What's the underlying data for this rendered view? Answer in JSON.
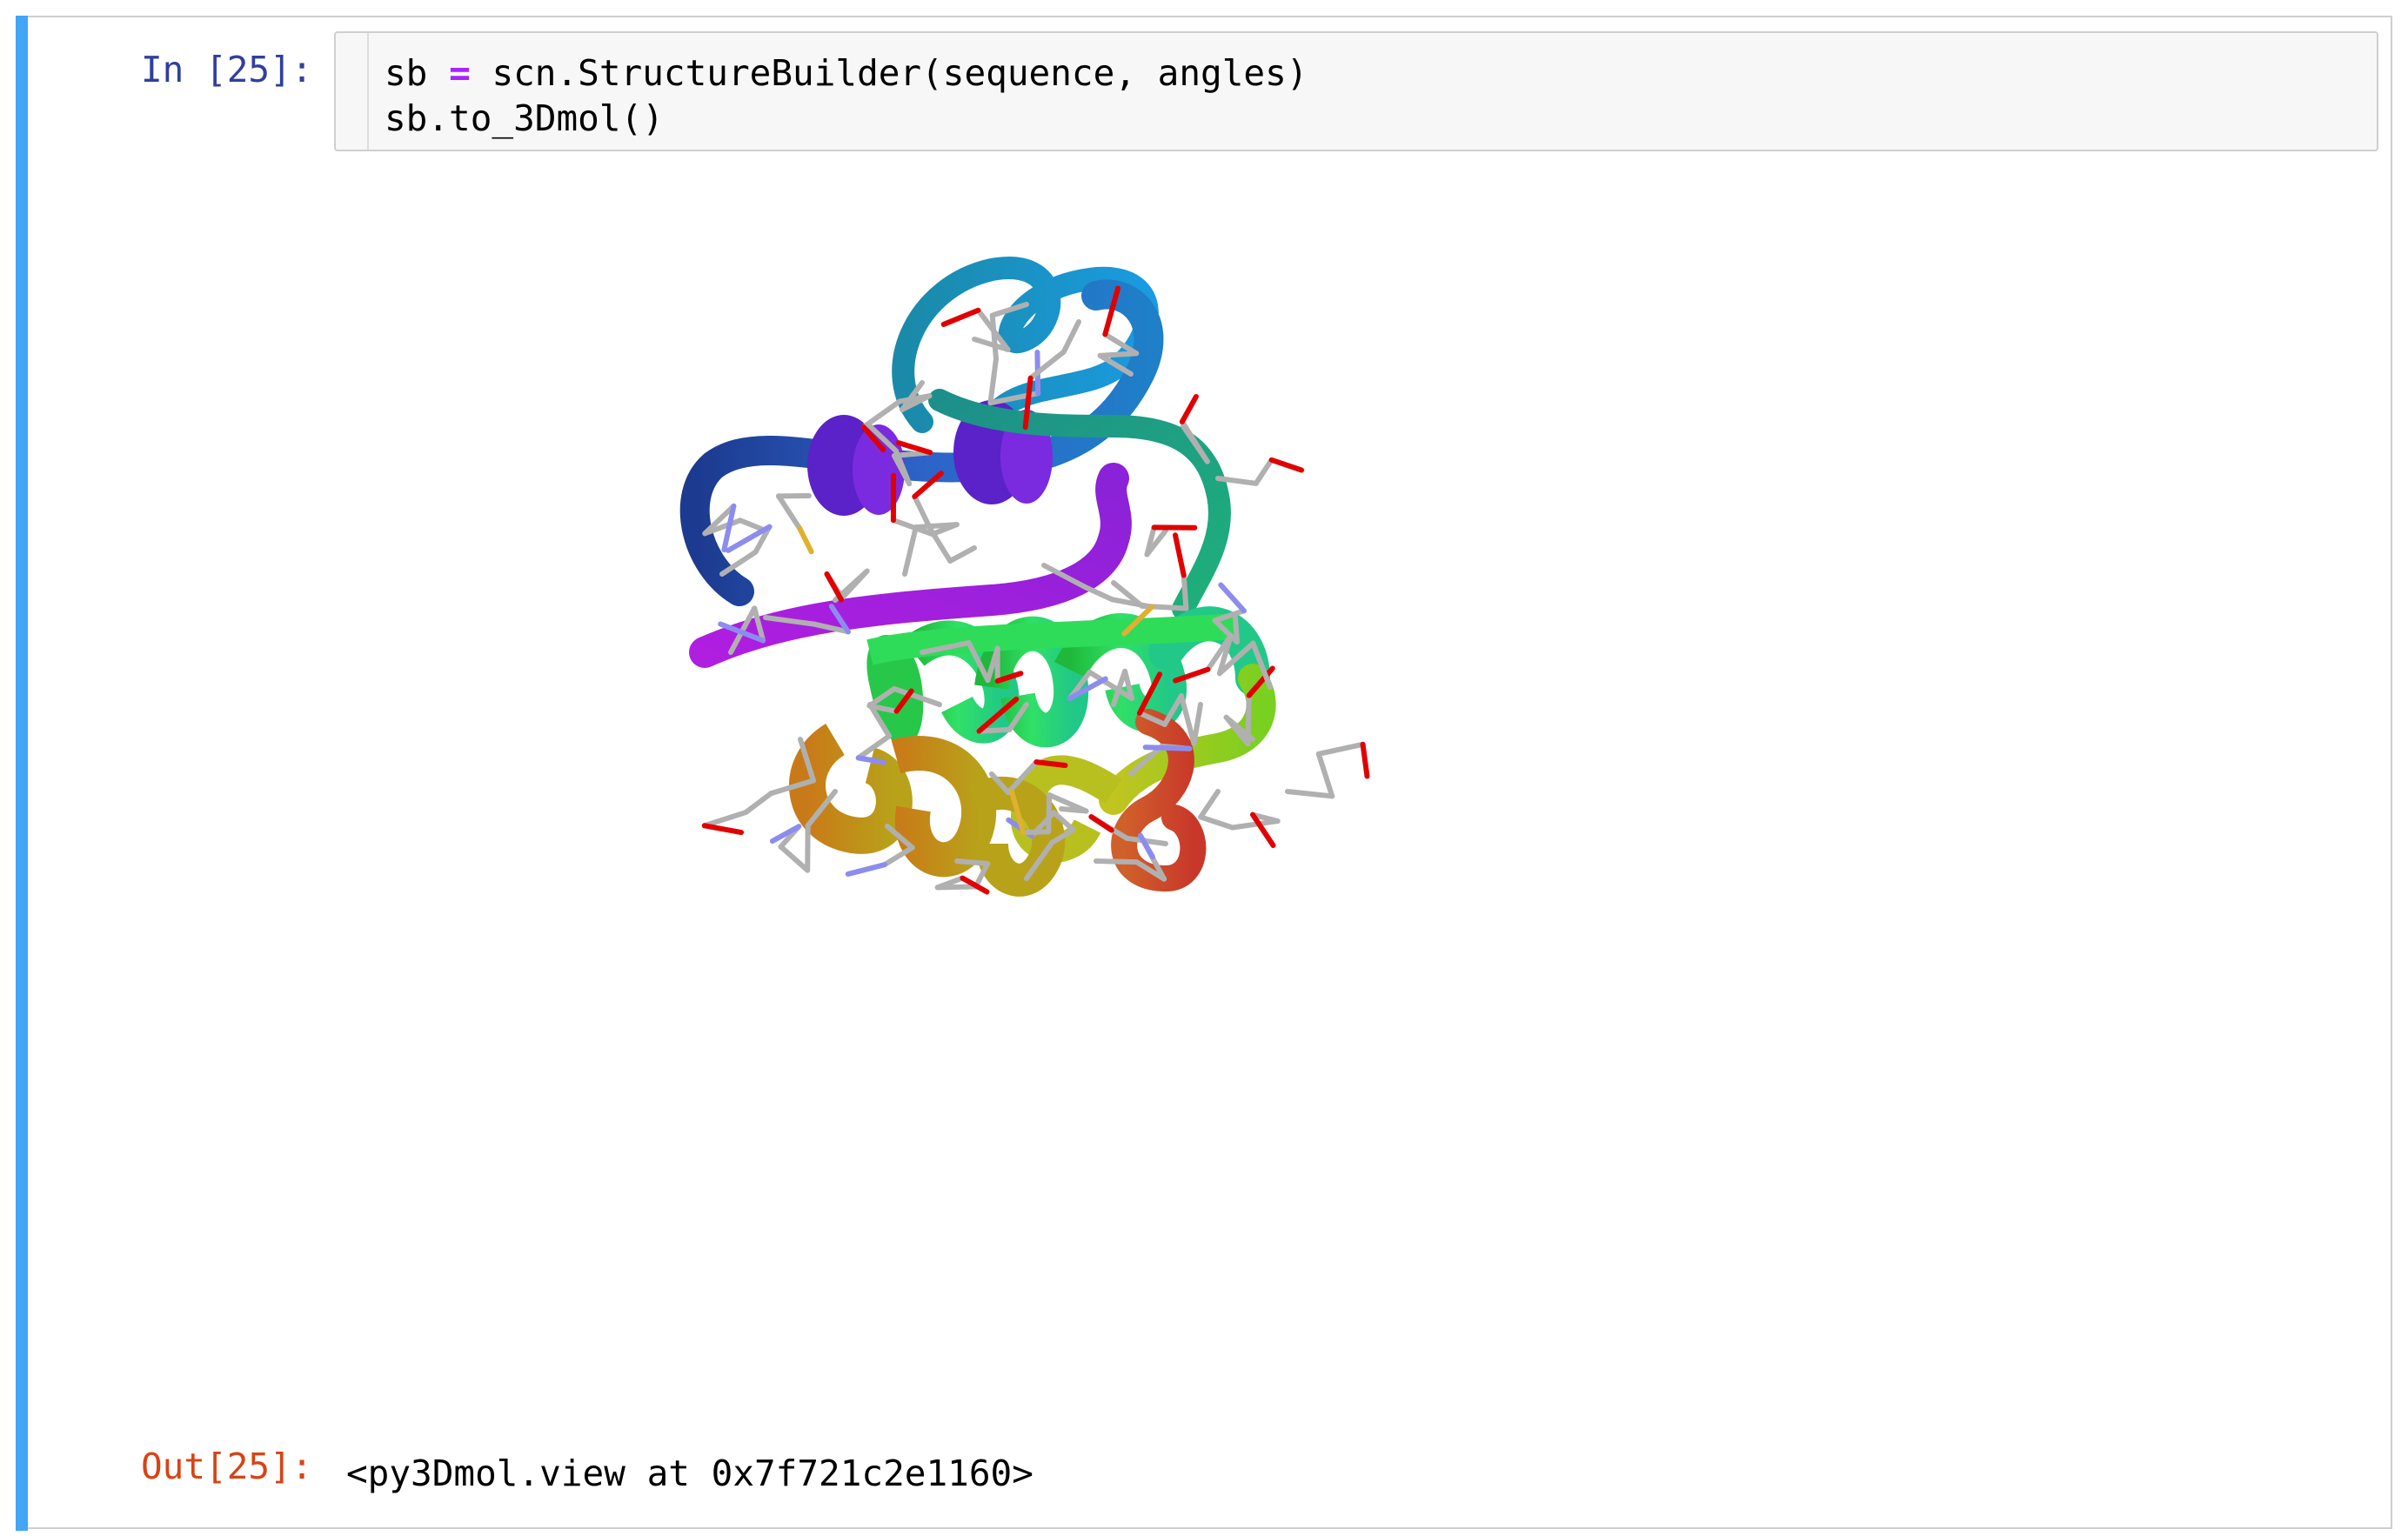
{
  "cell": {
    "in_prompt": "In [25]:",
    "out_prompt": "Out[25]:",
    "code": {
      "line1": {
        "var": "sb",
        "op": "=",
        "rest": "scn.StructureBuilder(sequence, angles)"
      },
      "line2": "sb.to_3Dmol()"
    },
    "output_text": "<py3Dmol.view at 0x7f721c2e1160>"
  },
  "viewer": {
    "description_icon": "protein-structure-3d-view",
    "colors": {
      "blue": "#2a4fb8",
      "violet": "#6a2bd6",
      "magenta": "#a21ed8",
      "cyan": "#1f8fc4",
      "teal": "#1d9a8a",
      "green": "#2edc5a",
      "lime": "#9ad61c",
      "olive": "#b8b01a",
      "orange": "#d68a1f",
      "red": "#d9502a",
      "stick_gray": "#b0b0b0",
      "oxygen_red": "#e00000",
      "nitrogen_blue": "#8c8cf0",
      "sulfur_yellow": "#e0b030"
    }
  },
  "accent": {
    "cell_selected_bar": "#42a5f5",
    "in_prompt_color": "#303f9f",
    "out_prompt_color": "#d84315"
  }
}
